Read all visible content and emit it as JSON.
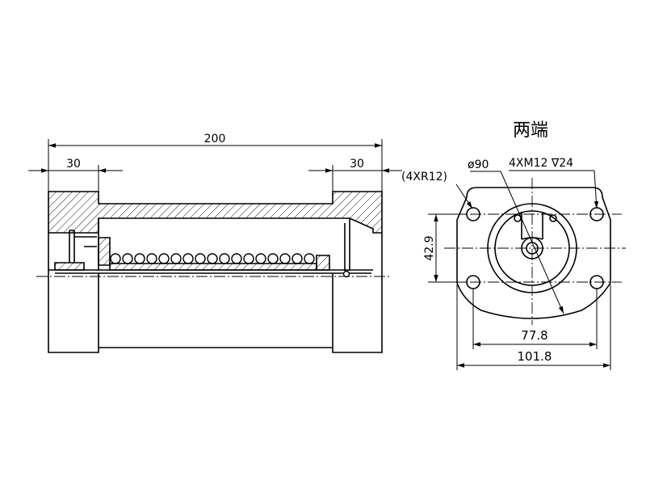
{
  "labels": {
    "view_title": "两端",
    "dim_length": "200",
    "dim_flange_left": "30",
    "dim_flange_right": "30",
    "dim_corner_radius": "(4XR12)",
    "dim_bore": "ø90",
    "dim_threads": "4XM12 ∇24",
    "dim_height": "42.9",
    "dim_inner_width": "77.8",
    "dim_outer_width": "101.8"
  },
  "colors": {
    "line": "#000000",
    "background": "#ffffff"
  }
}
